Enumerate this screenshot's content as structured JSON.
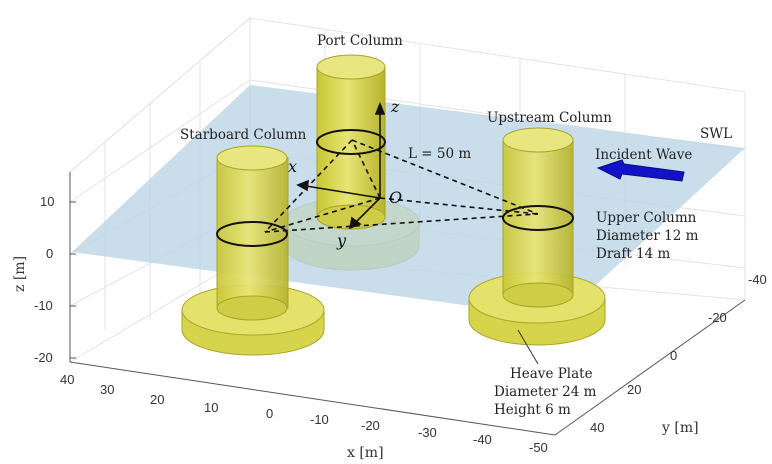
{
  "colors": {
    "column_fill": "#d9d848",
    "column_edge": "#a7a52a",
    "water": "#bcd4e6",
    "arrow": "#1212c8"
  },
  "labels": {
    "port_column": "Port Column",
    "starboard_column": "Starboard Column",
    "upstream_column": "Upstream Column",
    "swl": "SWL",
    "incident_wave": "Incident Wave",
    "length": "L = 50 m",
    "upper_column": [
      "Upper Column",
      "Diameter 12 m",
      "Draft 14 m"
    ],
    "heave_plate": [
      "Heave Plate",
      "Diameter 24 m",
      "Height 6 m"
    ]
  },
  "coord_axes": {
    "x": "x",
    "y": "y",
    "z": "z",
    "origin": "O"
  },
  "axes": {
    "z_label": "z [m]",
    "x_label": "x [m]",
    "y_label": "y [m]",
    "z_ticks": [
      "10",
      "0",
      "-10",
      "-20"
    ],
    "x_ticks": [
      "40",
      "30",
      "20",
      "10",
      "0",
      "-10",
      "-20",
      "-30",
      "-40",
      "-50"
    ],
    "y_ticks": [
      "-40",
      "-20",
      "0",
      "20",
      "40"
    ]
  }
}
